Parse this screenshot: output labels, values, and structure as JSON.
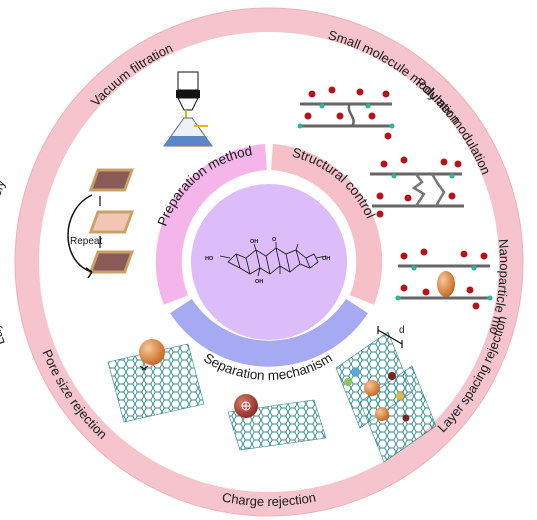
{
  "outer_ring": {
    "labels": {
      "vacuum_filtration": "Vacuum filtration",
      "small_molecule_modulation": "Small molecule modulation",
      "polymer_modulation": "Polymer modulation",
      "nanoparticle_modulation": "Nanoparticle modulation",
      "layer_spacing_rejection": "Layer spacing rejection",
      "charge_rejection": "Charge rejection",
      "pore_size_rejection": "Pore size rejection",
      "layer_by_layer": "Layer by layer self-assembly"
    }
  },
  "inner_ring": {
    "preparation_method": "Preparation method",
    "structural_control": "Structural control",
    "separation_mechanism": "Separation mechanism"
  },
  "annotations": {
    "repeat": "Repeat",
    "d": "d",
    "ho": "HO",
    "oh": "OH",
    "o": "O"
  },
  "colors": {
    "outer_ring": "#f5c4cc",
    "preparation": "#f4b5ea",
    "structural": "#f6c0c8",
    "separation": "#a6aaf2",
    "core": "#dcbcf9"
  }
}
